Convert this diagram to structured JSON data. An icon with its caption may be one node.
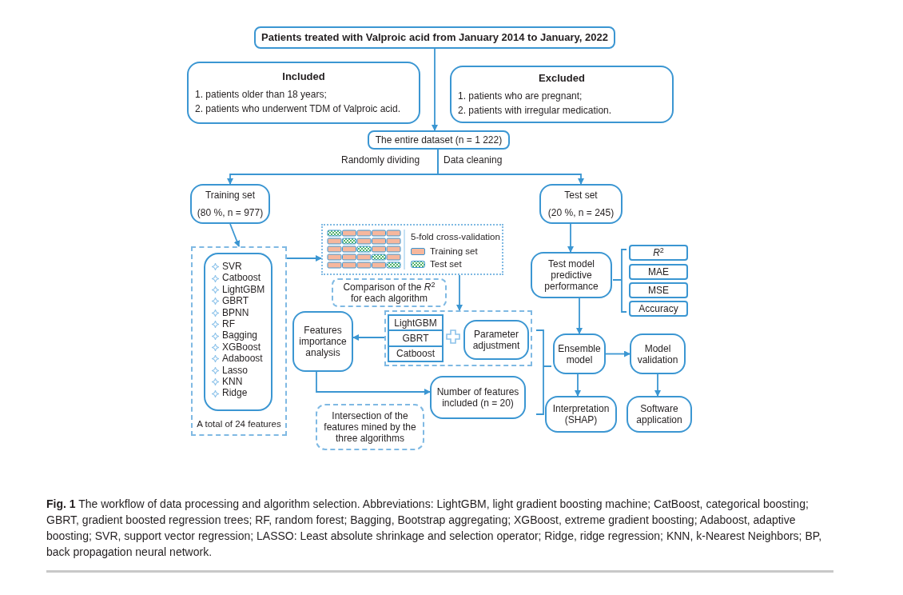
{
  "diagram": {
    "caption": "**Fig. 1**  The workflow of data processing and algorithm selection. Abbreviations: LightGBM, light gradient boosting machine; CatBoost, categorical boosting; GBRT, gradient boosted regression trees; RF, random forest; Bagging, Bootstrap aggregating; XGBoost, extreme gradient boosting; Adaboost, adaptive boosting; SVR, support vector regression; LASSO: Least absolute shrinkage and selection operator; Ridge, ridge regression; KNN, k-Nearest Neighbors; BP, back propagation neural network.",
    "nodes": [
      {
        "text": [
          "Patients treated with Valproic acid from January 2014 to January, 2022"
        ]
      },
      {
        "text": [
          "Included",
          "1. patients older than 18 years;",
          "2. patients who underwent TDM of Valproic acid."
        ]
      },
      {
        "text": [
          "Excluded",
          "1. patients who are pregnant;",
          "2. patients with irregular medication."
        ]
      },
      {
        "text": [
          "The entire dataset (n = 1 222)"
        ]
      },
      {
        "text": [
          "Training set",
          "(80 %, n = 977)"
        ]
      },
      {
        "text": [
          "Test set",
          "(20 %, n = 245)"
        ]
      },
      {
        "text": [
          "A total of 24 features"
        ]
      },
      {
        "text": [
          "SVR",
          "Catboost",
          "LightGBM",
          "GBRT",
          "BPNN",
          "RF",
          "Bagging",
          "XGBoost",
          "Adaboost",
          "Lasso",
          "KNN",
          "Ridge"
        ],
        "in": 6
      },
      {
        "text": [
          "5-fold cross-validation"
        ]
      },
      {
        "text": [
          "Comparison of the *R*$^{2}$ for each algorithm"
        ]
      },
      {
        "text": [],
        "shape": "box"
      },
      {
        "text": [
          "LightGBM",
          "GBRT",
          "Catboost"
        ],
        "in": 10
      },
      {
        "text": [
          "Parameter adjustment"
        ],
        "in": 10
      },
      {
        "text": [
          "Features importance analysis"
        ]
      },
      {
        "text": [
          "Number of features included (n = 20)"
        ]
      },
      {
        "text": [
          "Intersection of the features mined by the three algorithms"
        ]
      },
      {
        "text": [
          "Test model predictive performance"
        ]
      },
      {
        "text": [
          "*R*$^{2}$"
        ]
      },
      {
        "text": [
          "MAE"
        ]
      },
      {
        "text": [
          "MSE"
        ]
      },
      {
        "text": [
          "Accuracy"
        ]
      },
      {
        "text": [
          "Ensemble model"
        ]
      },
      {
        "text": [
          "Model validation"
        ]
      },
      {
        "text": [
          "Interpretation (SHAP)"
        ]
      },
      {
        "text": [
          "Software application"
        ]
      }
    ],
    "edges": [
      {
        "from": 0,
        "to": 3,
        "arrow": "to"
      },
      {
        "from": 3,
        "to": 4,
        "arrow": "to"
      },
      {
        "from": 3,
        "to": 5,
        "arrow": "to"
      },
      {
        "from": 4,
        "to": 6,
        "arrow": "to"
      },
      {
        "from": 6,
        "to": 8,
        "arrow": "to"
      },
      {
        "from": 8,
        "to": 10,
        "arrow": "to"
      },
      {
        "from": 10,
        "to": 13,
        "arrow": "to"
      },
      {
        "from": 13,
        "to": 14,
        "arrow": "to"
      },
      {
        "from": 5,
        "to": 16,
        "arrow": "to"
      },
      {
        "from": 16,
        "to": 21,
        "arrow": "to"
      },
      {
        "from": 21,
        "to": 22,
        "arrow": "to"
      },
      {
        "from": 21,
        "to": 23,
        "arrow": "to"
      },
      {
        "from": 22,
        "to": 24,
        "arrow": "to"
      }
    ],
    "labels": [
      "Randomly dividing",
      "Data cleaning"
    ],
    "legend": [
      {
        "text": "Training set",
        "color": "#f6b79d"
      },
      {
        "text": "Test set"
      }
    ]
  }
}
